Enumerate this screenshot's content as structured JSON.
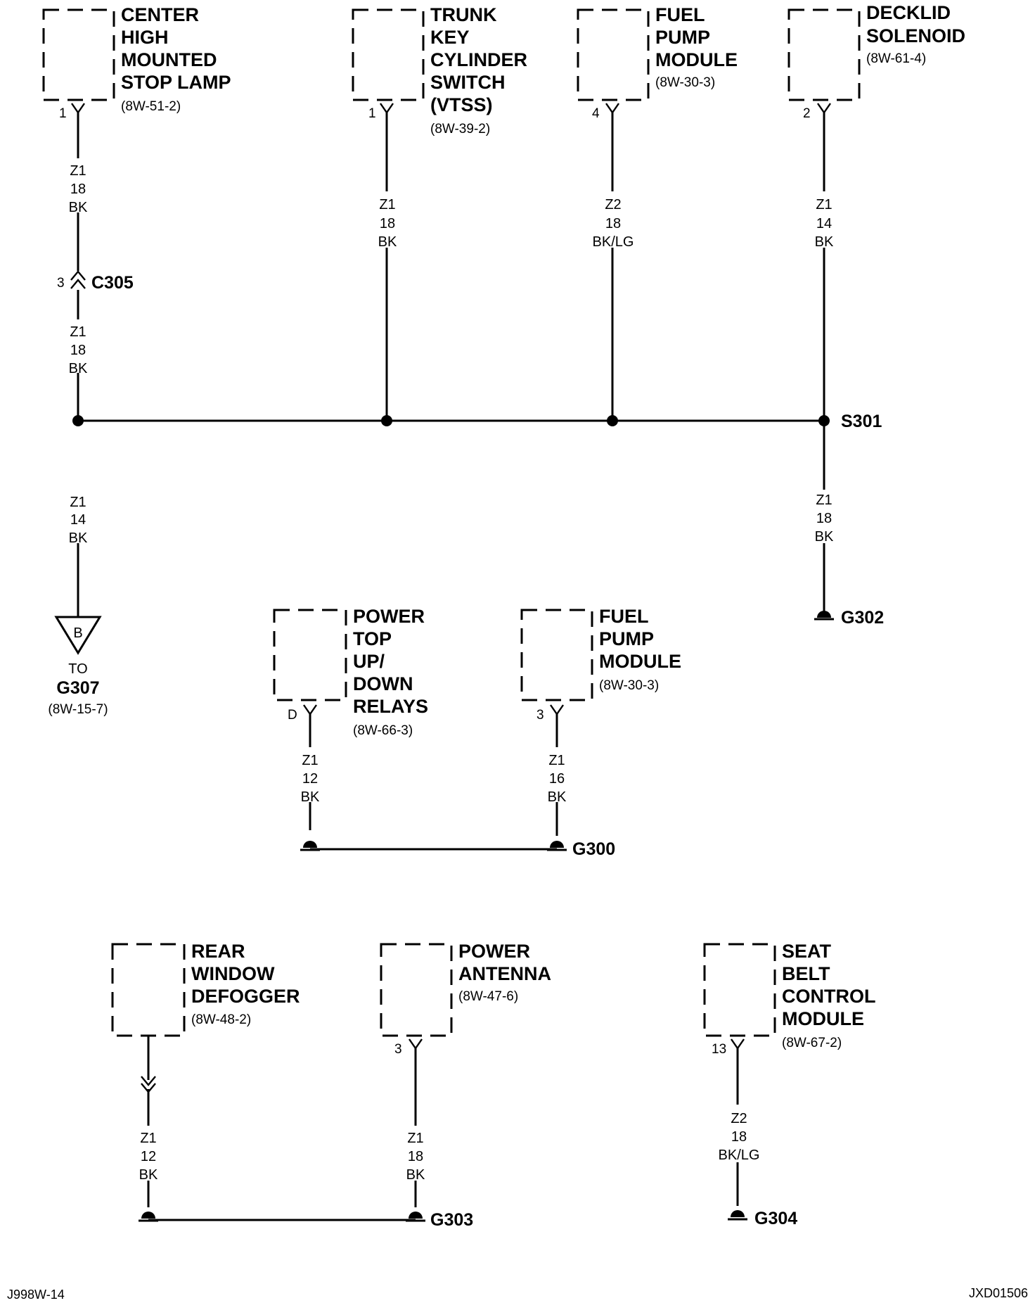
{
  "components": [
    {
      "id": "chmsl",
      "lines": [
        "CENTER",
        "HIGH",
        "MOUNTED",
        "STOP LAMP"
      ],
      "ref": "(8W-51-2)",
      "pin": "1"
    },
    {
      "id": "tkcs",
      "lines": [
        "TRUNK",
        "KEY",
        "CYLINDER",
        "SWITCH",
        "(VTSS)"
      ],
      "ref": "(8W-39-2)",
      "pin": "1"
    },
    {
      "id": "fpm1",
      "lines": [
        "FUEL",
        "PUMP",
        "MODULE"
      ],
      "ref": "(8W-30-3)",
      "pin": "4"
    },
    {
      "id": "decklid",
      "lines": [
        "DECKLID",
        "SOLENOID"
      ],
      "ref": "(8W-61-4)",
      "pin": "2"
    },
    {
      "id": "ptr",
      "lines": [
        "POWER",
        "TOP",
        "UP/",
        "DOWN",
        "RELAYS"
      ],
      "ref": "(8W-66-3)",
      "pin": "D"
    },
    {
      "id": "fpm2",
      "lines": [
        "FUEL",
        "PUMP",
        "MODULE"
      ],
      "ref": "(8W-30-3)",
      "pin": "3"
    },
    {
      "id": "rwd",
      "lines": [
        "REAR",
        "WINDOW",
        "DEFOGGER"
      ],
      "ref": "(8W-48-2)",
      "pin": ""
    },
    {
      "id": "pa",
      "lines": [
        "POWER",
        "ANTENNA"
      ],
      "ref": "(8W-47-6)",
      "pin": "3"
    },
    {
      "id": "sbcm",
      "lines": [
        "SEAT",
        "BELT",
        "CONTROL",
        "MODULE"
      ],
      "ref": "(8W-67-2)",
      "pin": "13"
    }
  ],
  "wires": [
    {
      "id": "w1",
      "lines": [
        "Z1",
        "18",
        "BK"
      ]
    },
    {
      "id": "w2",
      "lines": [
        "Z1",
        "18",
        "BK"
      ]
    },
    {
      "id": "w3",
      "lines": [
        "Z1",
        "18",
        "BK"
      ]
    },
    {
      "id": "w4",
      "lines": [
        "Z2",
        "18",
        "BK/LG"
      ]
    },
    {
      "id": "w5",
      "lines": [
        "Z1",
        "14",
        "BK"
      ]
    },
    {
      "id": "w6",
      "lines": [
        "Z1",
        "14",
        "BK"
      ]
    },
    {
      "id": "w7",
      "lines": [
        "Z1",
        "18",
        "BK"
      ]
    },
    {
      "id": "w8",
      "lines": [
        "Z1",
        "12",
        "BK"
      ]
    },
    {
      "id": "w9",
      "lines": [
        "Z1",
        "16",
        "BK"
      ]
    },
    {
      "id": "w10",
      "lines": [
        "Z1",
        "12",
        "BK"
      ]
    },
    {
      "id": "w11",
      "lines": [
        "Z1",
        "18",
        "BK"
      ]
    },
    {
      "id": "w12",
      "lines": [
        "Z2",
        "18",
        "BK/LG"
      ]
    }
  ],
  "connector_c305": {
    "label": "C305",
    "pin": "3"
  },
  "splice": {
    "label": "S301"
  },
  "grounds": {
    "g302": "G302",
    "g300": "G300",
    "g303": "G303",
    "g304": "G304"
  },
  "offpage": {
    "letter": "B",
    "to": "TO",
    "ground": "G307",
    "ref": "(8W-15-7)"
  },
  "footer": {
    "left": "J998W-14",
    "right": "JXD01506"
  }
}
